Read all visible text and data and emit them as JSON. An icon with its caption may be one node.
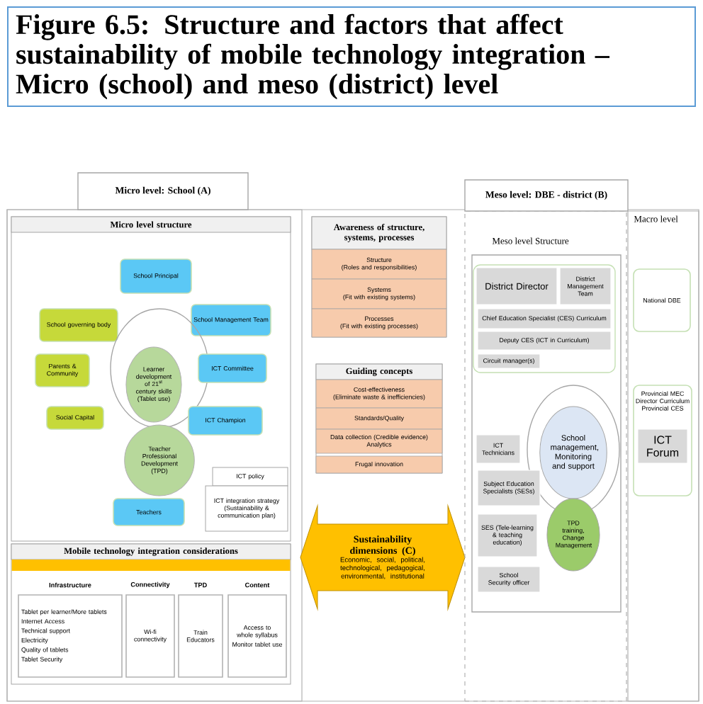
{
  "diagram": {
    "title": "Figure 6.5: Structure and factors that affect sustainability of mobile technology integration – Micro (school) and meso (district) level",
    "nodes": [
      {
        "text": [
          "Micro level: School (A)"
        ]
      },
      {
        "text": [
          "Micro level structure"
        ],
        "in": 0
      },
      {
        "text": [
          "School Principal"
        ],
        "in": 1
      },
      {
        "text": [
          "School governing body"
        ],
        "in": 1
      },
      {
        "text": [
          "School Management Team"
        ],
        "in": 1
      },
      {
        "text": [],
        "shape": "circle",
        "in": 1
      },
      {
        "text": [
          "Learner development of 21$^{st}$ century skills (Tablet use)"
        ],
        "in": 5
      },
      {
        "text": [
          "Parents & Community"
        ],
        "in": 1
      },
      {
        "text": [
          "ICT Committee"
        ],
        "in": 1
      },
      {
        "text": [
          "Social Capital"
        ],
        "in": 1
      },
      {
        "text": [
          "ICT Champion"
        ],
        "in": 1
      },
      {
        "text": [
          "Teacher Professional Development (TPD)"
        ],
        "in": 1
      },
      {
        "text": [
          "ICT policy"
        ],
        "in": 1
      },
      {
        "text": [
          "ICT integration strategy (Sustainability & communication plan)"
        ],
        "in": 1
      },
      {
        "text": [
          "Teachers"
        ],
        "in": 1
      },
      {
        "text": [
          "Mobile technology integration considerations"
        ],
        "in": 0
      },
      {
        "text": [
          "Infrastructure",
          "Tablet per learner/More tablets",
          "Internet Access",
          "Technical support",
          "Electricity",
          "Quality of tablets",
          "Tablet Security"
        ],
        "in": 15
      },
      {
        "text": [
          "Connectivity",
          "Wi-fi connectivity"
        ],
        "in": 15
      },
      {
        "text": [
          "TPD",
          "Train Educators"
        ],
        "in": 15
      },
      {
        "text": [
          "Content",
          "Access to whole syllabus",
          "Monitor tablet use"
        ],
        "in": 15
      },
      {
        "text": [
          "Awareness of structure, systems, processes"
        ]
      },
      {
        "text": [
          "Structure",
          "(Roles and responsibilities)"
        ],
        "in": 20
      },
      {
        "text": [
          "Systems",
          "(Fit with existing systems)"
        ],
        "in": 20
      },
      {
        "text": [
          "Processes",
          "(Fit with existing processes)"
        ],
        "in": 20
      },
      {
        "text": [
          "Guiding concepts"
        ]
      },
      {
        "text": [
          "Cost-effectiveness",
          "(Eliminate waste & inefficiencies)"
        ],
        "in": 24
      },
      {
        "text": [
          "Standards/Quality"
        ],
        "in": 24
      },
      {
        "text": [
          "Data collection (Credible evidence)",
          "Analytics"
        ],
        "in": 24
      },
      {
        "text": [
          "Frugal innovation"
        ],
        "in": 24
      },
      {
        "text": [
          "Sustainability dimensions (C)",
          "Economic, social, political, technological, pedagogical, environmental, institutional"
        ]
      },
      {
        "text": [
          "Meso level: DBE - district (B)"
        ]
      },
      {
        "text": [
          "Meso level Structure"
        ],
        "in": 30
      },
      {
        "text": [],
        "shape": "box",
        "in": 31
      },
      {
        "text": [
          "District Director"
        ],
        "in": 32
      },
      {
        "text": [
          "District Management Team"
        ],
        "in": 32
      },
      {
        "text": [
          "Chief Education Specialist (CES) Curriculum"
        ],
        "in": 32
      },
      {
        "text": [
          "Deputy CES (ICT in Curriculum)"
        ],
        "in": 32
      },
      {
        "text": [
          "Circuit manager(s)"
        ],
        "in": 32
      },
      {
        "text": [
          "ICT Technicians"
        ],
        "in": 31
      },
      {
        "text": [],
        "shape": "circle",
        "in": 31
      },
      {
        "text": [
          "School management, Monitoring and support"
        ],
        "in": 39
      },
      {
        "text": [
          "Subject Education Specialists (SESs)"
        ],
        "in": 31
      },
      {
        "text": [
          "TPD training, Change Management"
        ],
        "in": 31
      },
      {
        "text": [
          "SES (Tele-learning & teaching education)"
        ],
        "in": 31
      },
      {
        "text": [
          "School Security officer"
        ],
        "in": 31
      },
      {
        "text": [
          "Macro level"
        ]
      },
      {
        "text": [
          "National DBE"
        ],
        "in": 45
      },
      {
        "text": [
          "Provincial MEC",
          "Director Curriculum",
          "Provincial CES"
        ],
        "in": 45
      },
      {
        "text": [
          "ICT Forum"
        ],
        "in": 47
      }
    ]
  }
}
